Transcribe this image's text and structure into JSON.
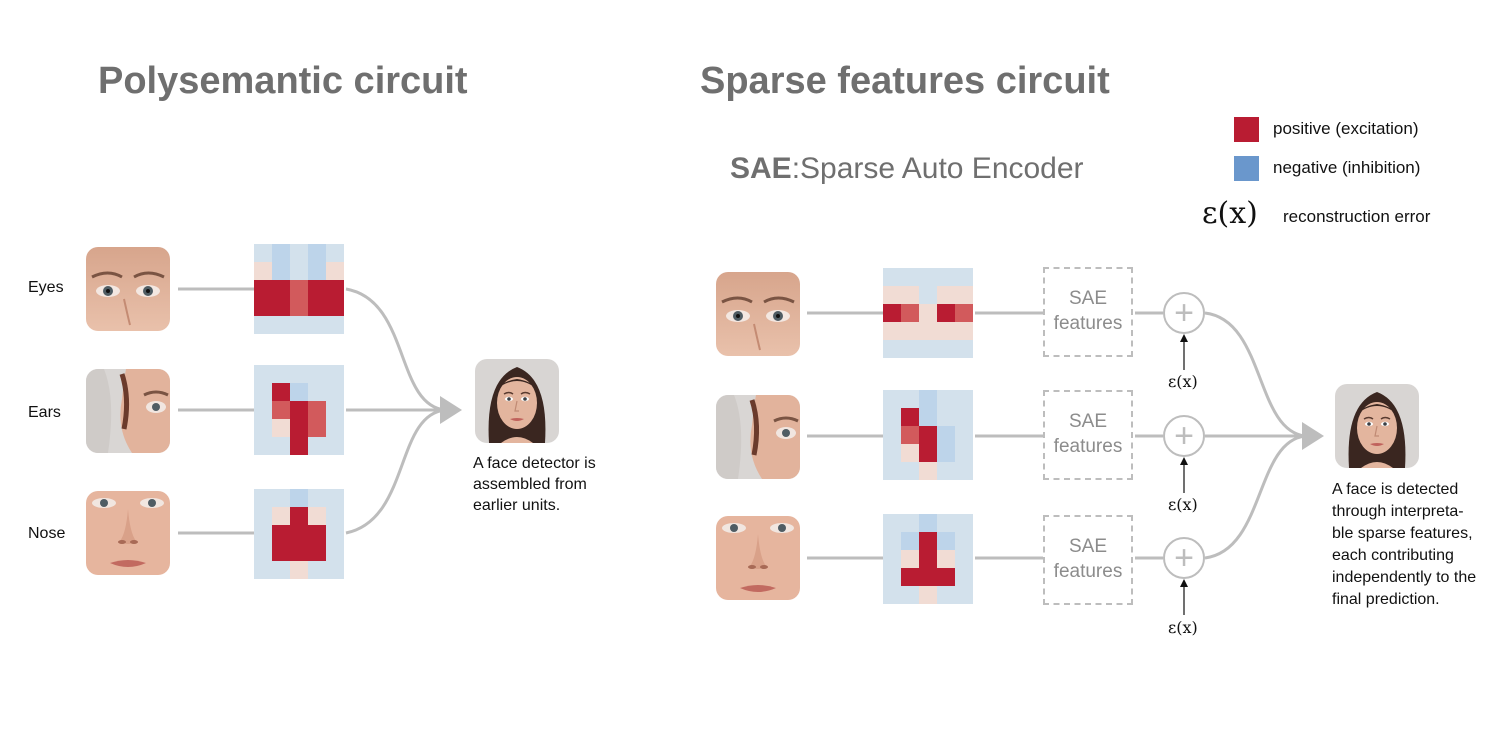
{
  "titles": {
    "left": "Polysemantic circuit",
    "right": "Sparse features circuit"
  },
  "subtitle": {
    "bold": "SAE",
    "rest": ":Sparse Auto Encoder"
  },
  "legend": [
    {
      "label": "positive (excitation)",
      "color": "#b91c32"
    },
    {
      "label": "negative (inhibition)",
      "color": "#6a97cc"
    }
  ],
  "error_legend": {
    "symbol": "ε(x)",
    "label": "reconstruction error"
  },
  "left": {
    "rows": [
      {
        "label": "Eyes",
        "face_icon": "eyes-crop-image",
        "grid": [
          [
            1,
            2,
            1,
            2,
            1
          ],
          [
            3,
            2,
            1,
            2,
            3
          ],
          [
            4,
            4,
            5,
            4,
            4
          ],
          [
            4,
            4,
            5,
            4,
            4
          ],
          [
            1,
            1,
            1,
            1,
            1
          ]
        ]
      },
      {
        "label": "Ears",
        "face_icon": "ear-crop-image",
        "grid": [
          [
            1,
            1,
            1,
            1,
            1
          ],
          [
            1,
            4,
            2,
            1,
            1
          ],
          [
            1,
            5,
            4,
            5,
            1
          ],
          [
            1,
            3,
            4,
            5,
            1
          ],
          [
            1,
            1,
            4,
            1,
            1
          ]
        ]
      },
      {
        "label": "Nose",
        "face_icon": "nose-crop-image",
        "grid": [
          [
            1,
            1,
            2,
            1,
            1
          ],
          [
            1,
            3,
            4,
            3,
            1
          ],
          [
            1,
            4,
            4,
            4,
            1
          ],
          [
            1,
            4,
            4,
            4,
            1
          ],
          [
            1,
            1,
            3,
            1,
            1
          ]
        ]
      }
    ],
    "output_icon": "face-portrait-image",
    "note": [
      "A face detector is",
      "assembled from",
      "earlier units."
    ]
  },
  "right": {
    "rows": [
      {
        "face_icon": "eyes-crop-image",
        "box_line1": "SAE",
        "box_line2": "features",
        "error": "ε(x)",
        "grid": [
          [
            1,
            1,
            1,
            1,
            1
          ],
          [
            3,
            3,
            1,
            3,
            3
          ],
          [
            4,
            5,
            3,
            4,
            5
          ],
          [
            3,
            3,
            3,
            3,
            3
          ],
          [
            1,
            1,
            1,
            1,
            1
          ]
        ]
      },
      {
        "face_icon": "ear-crop-image",
        "box_line1": "SAE",
        "box_line2": "features",
        "error": "ε(x)",
        "grid": [
          [
            1,
            1,
            2,
            1,
            1
          ],
          [
            1,
            4,
            2,
            1,
            1
          ],
          [
            1,
            5,
            4,
            2,
            1
          ],
          [
            1,
            3,
            4,
            2,
            1
          ],
          [
            1,
            1,
            3,
            1,
            1
          ]
        ]
      },
      {
        "face_icon": "nose-crop-image",
        "box_line1": "SAE",
        "box_line2": "features",
        "error": "ε(x)",
        "grid": [
          [
            1,
            1,
            2,
            1,
            1
          ],
          [
            1,
            2,
            4,
            2,
            1
          ],
          [
            1,
            3,
            4,
            3,
            1
          ],
          [
            1,
            4,
            4,
            4,
            1
          ],
          [
            1,
            1,
            3,
            1,
            1
          ]
        ]
      }
    ],
    "output_icon": "face-portrait-image",
    "note": [
      "A face is detected",
      "through interpreta-",
      "ble sparse features,",
      "each contributing",
      "independently to the",
      "final prediction."
    ]
  },
  "palette": {
    "1": "#d3e1ec",
    "2": "#bdd4ea",
    "3": "#f1dcd4",
    "4": "#b91c32",
    "5": "#d25a5c",
    "wire": "#bdbdbd"
  }
}
